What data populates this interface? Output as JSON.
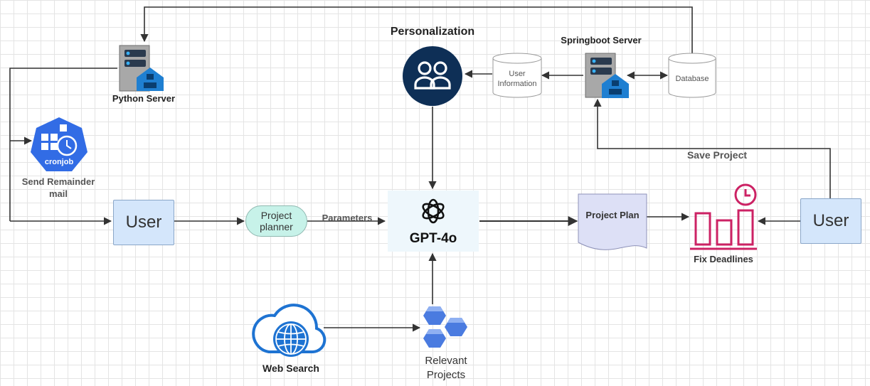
{
  "title": "Personalization",
  "nodes": {
    "python_server": "Python Server",
    "springboot_server": "Springboot Server",
    "user_information": "User Information",
    "database": "Database",
    "cronjob_badge": "cronjob",
    "send_reminder": "Send Remainder mail",
    "user_left": "User",
    "project_planner": "Project planner",
    "gpt": "GPT-4o",
    "project_plan": "Project Plan",
    "fix_deadlines": "Fix Deadlines",
    "user_right": "User",
    "web_search": "Web Search",
    "relevant_projects": "Relevant Projects"
  },
  "edges": {
    "parameters": "Parameters",
    "save_project": "Save Project"
  },
  "icons": {
    "personalization": "users-icon",
    "servers": "server-icon",
    "cronjob": "kubernetes-cronjob-icon",
    "gpt": "openai-logo-icon",
    "web_search": "cloud-globe-icon",
    "relevant_projects": "hexagon-cluster-icon",
    "fix_deadlines": "bar-chart-clock-icon"
  },
  "colors": {
    "personalization_circle": "#0e2f56",
    "cronjob": "#326ce5",
    "deadline_chart": "#cc2264",
    "web_search": "#1e73d2",
    "server_badge": "#1f7fd1",
    "user_box": "#d4e6fb",
    "planner_pill": "#c7f2e9"
  }
}
